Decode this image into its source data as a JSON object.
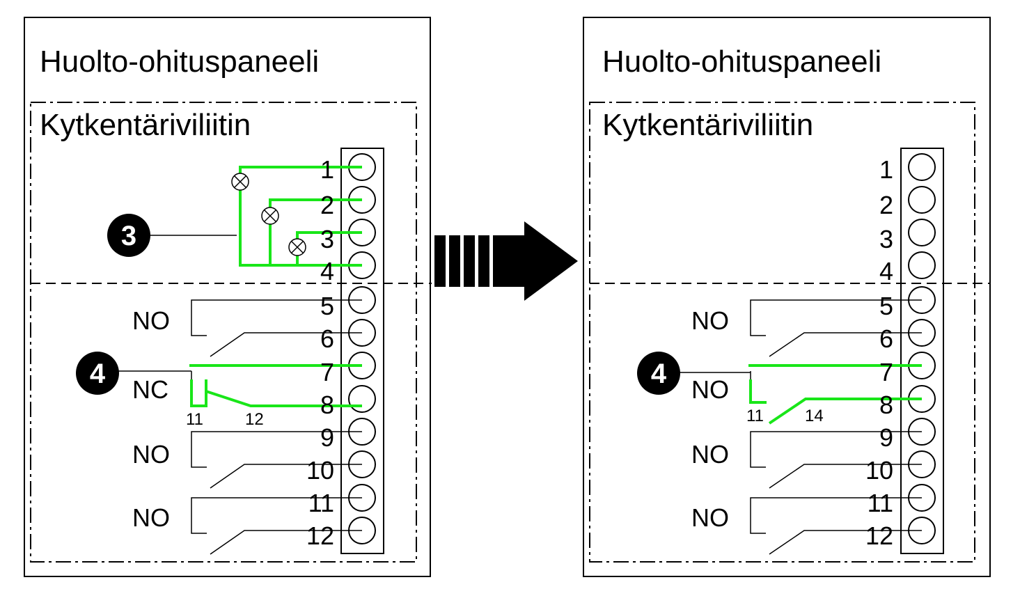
{
  "colors": {
    "active_wire": "#19e619",
    "line": "#000000",
    "background": "#ffffff"
  },
  "panels": [
    {
      "title": "Huolto-ohituspaneeli",
      "subtitle": "Kytkentäriviliitin",
      "terminals": [
        "1",
        "2",
        "3",
        "4",
        "5",
        "6",
        "7",
        "8",
        "9",
        "10",
        "11",
        "12"
      ],
      "relay_labels": [
        "NO",
        "NC",
        "NO",
        "NO"
      ],
      "pin_labels": [
        "11",
        "12"
      ],
      "badges": [
        "3",
        "4"
      ]
    },
    {
      "title": "Huolto-ohituspaneeli",
      "subtitle": "Kytkentäriviliitin",
      "terminals": [
        "1",
        "2",
        "3",
        "4",
        "5",
        "6",
        "7",
        "8",
        "9",
        "10",
        "11",
        "12"
      ],
      "relay_labels": [
        "NO",
        "NO",
        "NO",
        "NO"
      ],
      "pin_labels": [
        "11",
        "14"
      ],
      "badges": [
        "4"
      ]
    }
  ],
  "arrow_icon": "right-arrow-icon"
}
